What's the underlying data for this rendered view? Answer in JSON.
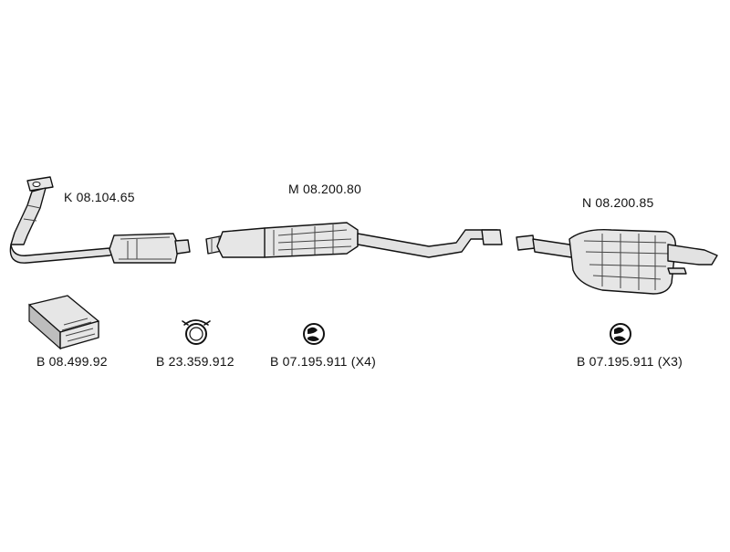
{
  "parts": {
    "front_pipe": {
      "code": "K 08.104.65"
    },
    "middle_silencer": {
      "code": "M 08.200.80"
    },
    "rear_silencer": {
      "code": "N 08.200.85"
    },
    "mounting_kit": {
      "code": "B 08.499.92"
    },
    "clamp": {
      "code": "B 23.359.912"
    },
    "hanger_middle": {
      "code": "B 07.195.911",
      "quantity": "(X4)"
    },
    "hanger_rear": {
      "code": "B 07.195.911",
      "quantity": "(X3)"
    }
  },
  "icons": {
    "front_pipe": "front-pipe-icon",
    "middle_silencer": "middle-silencer-icon",
    "rear_silencer": "rear-silencer-icon",
    "mounting_kit": "mounting-kit-icon",
    "clamp": "pipe-clamp-icon",
    "hanger": "rubber-hanger-icon"
  }
}
